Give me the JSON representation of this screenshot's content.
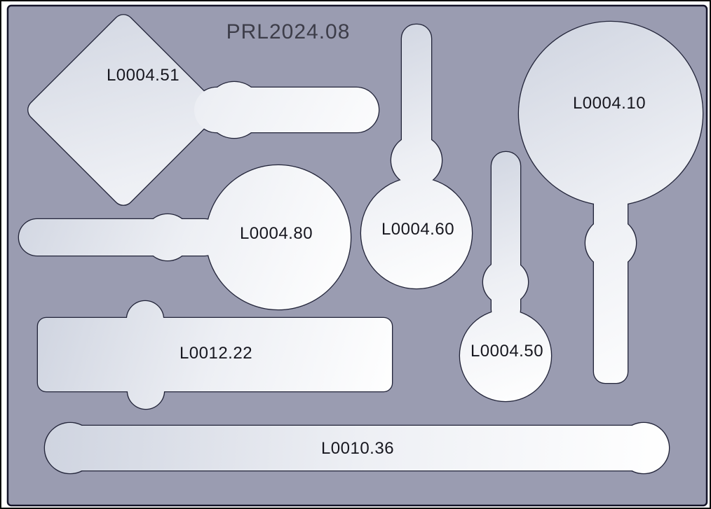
{
  "drawing": {
    "title": "PRL2024.08",
    "parts": [
      {
        "label": "L0004.51"
      },
      {
        "label": "L0004.10"
      },
      {
        "label": "L0004.80"
      },
      {
        "label": "L0004.60"
      },
      {
        "label": "L0004.50"
      },
      {
        "label": "L0012.22"
      },
      {
        "label": "L0010.36"
      }
    ],
    "colors": {
      "plate": "#9a9cb1",
      "plate-border": "#15152a",
      "outline": "#23253a",
      "part-shade": "#cfd4e0",
      "part-mid": "#edeff4",
      "part-light": "#ffffff",
      "label-text": "#17171f",
      "title-text": "#3d3d49",
      "frame": "#0a0a0a",
      "background": "#ffffff"
    }
  }
}
